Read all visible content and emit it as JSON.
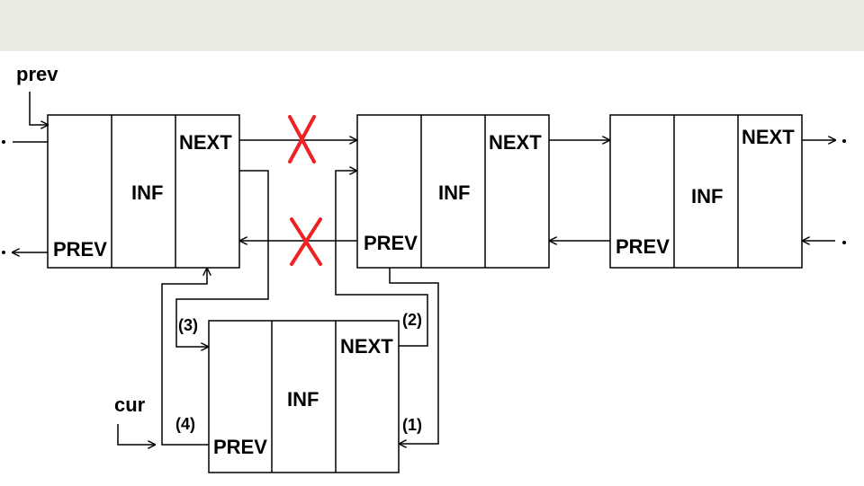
{
  "labels": {
    "prev_pointer": "prev",
    "cur_pointer": "cur",
    "next_field": "NEXT",
    "inf_field": "INF",
    "prev_field": "PREV",
    "step1": "(1)",
    "step2": "(2)",
    "step3": "(3)",
    "step4": "(4)",
    "dot": "·"
  },
  "colors": {
    "top_band": "#ecebe4",
    "cross_mark": "#ee2222"
  }
}
